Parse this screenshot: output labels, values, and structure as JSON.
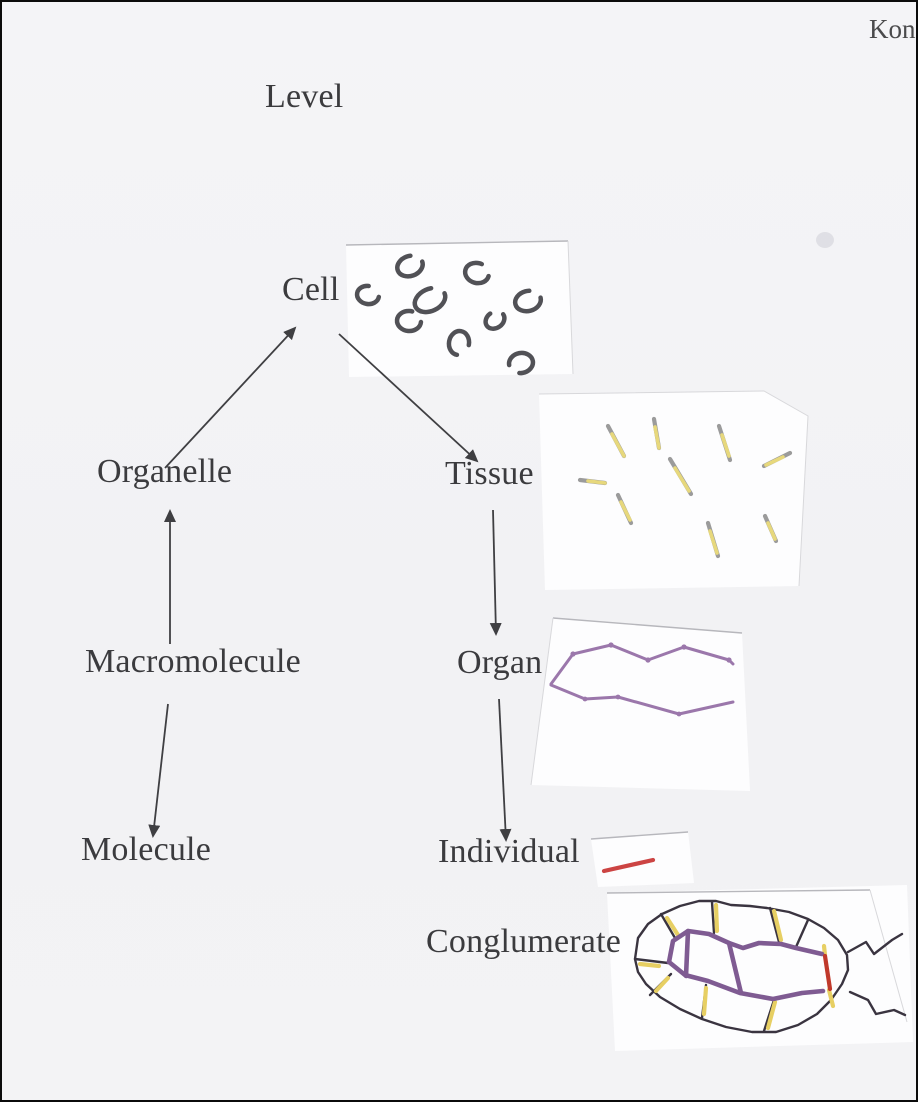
{
  "annotation": {
    "text": "Kon"
  },
  "title": {
    "text": "Level"
  },
  "nodes": {
    "cell": {
      "label": "Cell"
    },
    "organelle": {
      "label": "Organelle"
    },
    "tissue": {
      "label": "Tissue"
    },
    "macromolecule": {
      "label": "Macromolecule"
    },
    "organ": {
      "label": "Organ"
    },
    "molecule": {
      "label": "Molecule"
    },
    "individual": {
      "label": "Individual"
    },
    "conglumerate": {
      "label": "Conglumerate"
    }
  },
  "edges": [
    {
      "from": "Organelle",
      "to": "Cell"
    },
    {
      "from": "Cell",
      "to": "Tissue"
    },
    {
      "from": "Macromolecule",
      "to": "Organelle"
    },
    {
      "from": "Macromolecule",
      "to": "Molecule"
    },
    {
      "from": "Tissue",
      "to": "Organ"
    },
    {
      "from": "Organ",
      "to": "Individual"
    }
  ],
  "colors": {
    "ink": "#3f3f42",
    "cell_ink": "#515156",
    "patch": "#fdfdfe",
    "patch_edge": "#b7b7bc",
    "patch_edge_faint": "#d8d8db",
    "fiber_yellow": "#e7d87c",
    "fiber_gray": "#9b9b9b",
    "organ_purple": "#9b77ab",
    "cong_ink": "#3a3440",
    "cong_purple": "#7f5b92",
    "cong_yellow": "#e7cf63",
    "cong_red": "#c0392b",
    "individual_red": "#cc4443",
    "smudge": "#b4b4bc"
  }
}
